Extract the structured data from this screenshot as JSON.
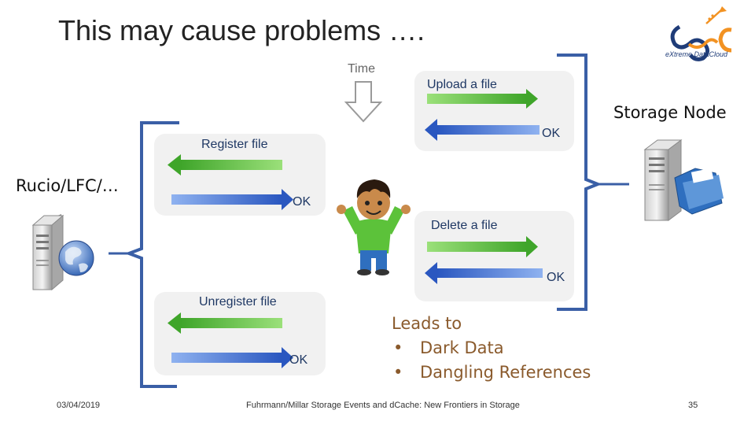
{
  "slide": {
    "title": "This may cause problems ….",
    "time_label": "Time",
    "upload": {
      "label": "Upload a file",
      "ok": "OK"
    },
    "register": {
      "label": "Register file",
      "ok": "OK"
    },
    "delete": {
      "label": "Delete a file",
      "ok": "OK"
    },
    "unregister": {
      "label": "Unregister file",
      "ok": "OK"
    },
    "storage_node": "Storage Node",
    "catalog": "Rucio/LFC/…",
    "leads_to": "Leads to",
    "bullets": [
      "Dark Data",
      "Dangling References"
    ],
    "logo_text": "eXtreme DataCloud",
    "logo_letters": "XDC"
  },
  "footer": {
    "date": "03/04/2019",
    "center": "Fuhrmann/Millar Storage Events and dCache: New Frontiers in Storage",
    "page": "35"
  },
  "colors": {
    "green_arrow": "#5fbf3a",
    "blue_arrow": "#3c6fd1",
    "bracket": "#3a5fa6",
    "panel": "#f1f1f1",
    "label_text": "#1f3864",
    "leads_text": "#8a5a2c"
  },
  "icons": [
    "down-arrow-icon",
    "server-globe-icon",
    "server-folder-icon",
    "person-icon",
    "xdc-logo"
  ]
}
